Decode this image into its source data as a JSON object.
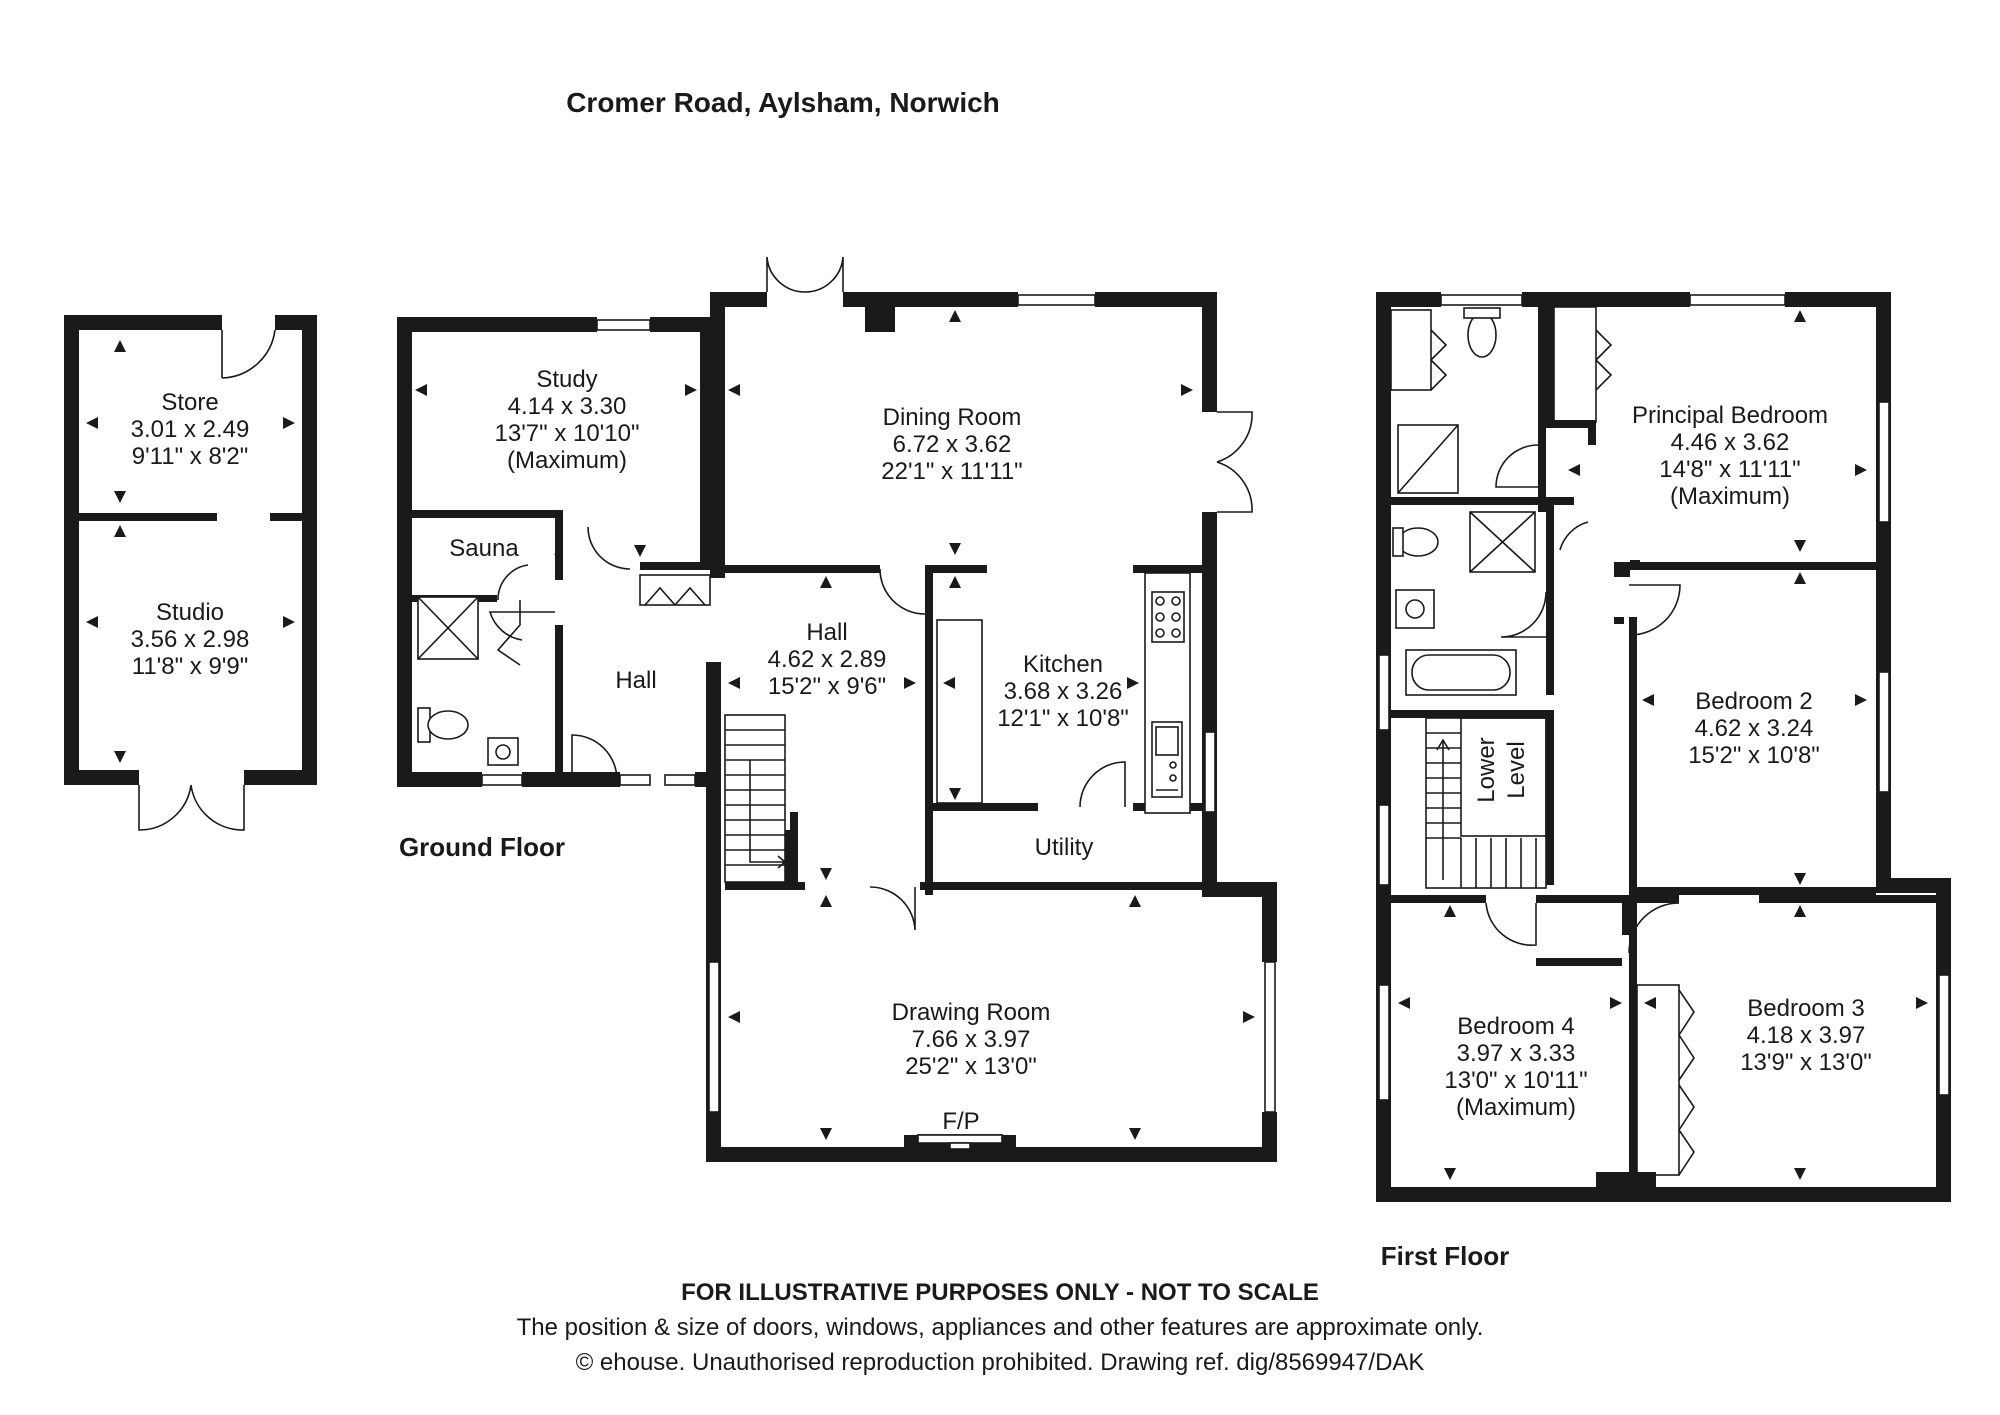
{
  "title": "Cromer Road, Aylsham, Norwich",
  "floors": {
    "ground": "Ground Floor",
    "first": "First Floor"
  },
  "rooms": {
    "store": {
      "name": "Store",
      "metric": "3.01 x 2.49",
      "imperial": "9'11\" x 8'2\""
    },
    "studio": {
      "name": "Studio",
      "metric": "3.56 x 2.98",
      "imperial": "11'8\" x 9'9\""
    },
    "study": {
      "name": "Study",
      "metric": "4.14 x 3.30",
      "imperial": "13'7\" x 10'10\"",
      "note": "(Maximum)"
    },
    "sauna": {
      "name": "Sauna"
    },
    "hall_small": {
      "name": "Hall"
    },
    "dining": {
      "name": "Dining Room",
      "metric": "6.72 x 3.62",
      "imperial": "22'1\" x 11'11\""
    },
    "hall": {
      "name": "Hall",
      "metric": "4.62 x 2.89",
      "imperial": "15'2\" x 9'6\""
    },
    "kitchen": {
      "name": "Kitchen",
      "metric": "3.68 x 3.26",
      "imperial": "12'1\" x 10'8\""
    },
    "utility": {
      "name": "Utility"
    },
    "drawing": {
      "name": "Drawing Room",
      "metric": "7.66 x 3.97",
      "imperial": "25'2\" x 13'0\"",
      "fireplace": "F/P"
    },
    "principal": {
      "name": "Principal Bedroom",
      "metric": "4.46 x 3.62",
      "imperial": "14'8\" x 11'11\"",
      "note": "(Maximum)"
    },
    "bed2": {
      "name": "Bedroom 2",
      "metric": "4.62 x 3.24",
      "imperial": "15'2\" x 10'8\""
    },
    "bed3": {
      "name": "Bedroom 3",
      "metric": "4.18 x 3.97",
      "imperial": "13'9\" x 13'0\""
    },
    "bed4": {
      "name": "Bedroom 4",
      "metric": "3.97 x 3.33",
      "imperial": "13'0\" x 10'11\"",
      "note": "(Maximum)"
    },
    "lower_level": {
      "line1": "Lower",
      "line2": "Level"
    }
  },
  "footer": {
    "disclaimer": "FOR ILLUSTRATIVE PURPOSES ONLY - NOT TO SCALE",
    "note": "The position & size of doors, windows, appliances and other features are approximate only.",
    "copyright": "© ehouse. Unauthorised reproduction prohibited. Drawing ref. dig/8569947/DAK"
  }
}
